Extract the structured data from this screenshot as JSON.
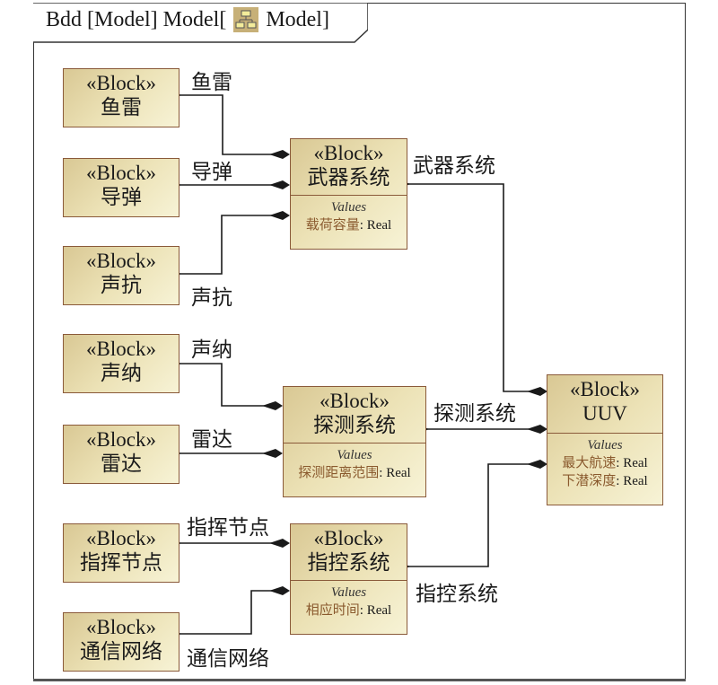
{
  "diagram": {
    "title_prefix": "Bdd [Model] Model[",
    "title_suffix": "Model]",
    "title_icon": "package-diagram-icon",
    "stereotype": "«Block»",
    "values_label": "Values",
    "blocks": {
      "yulei": {
        "name": "鱼雷"
      },
      "daodan": {
        "name": "导弹"
      },
      "shengkang": {
        "name": "声抗"
      },
      "shengna": {
        "name": "声纳"
      },
      "leida": {
        "name": "雷达"
      },
      "zhihuijiedian": {
        "name": "指挥节点"
      },
      "tongxinwangluo": {
        "name": "通信网络"
      },
      "wuqi": {
        "name": "武器系统",
        "properties": [
          {
            "name": "载荷容量",
            "type": ": Real"
          }
        ]
      },
      "tance": {
        "name": "探测系统",
        "properties": [
          {
            "name": "探测距离范围",
            "type": ": Real"
          }
        ]
      },
      "zhikong": {
        "name": "指控系统",
        "properties": [
          {
            "name": "相应时间",
            "type": ": Real"
          }
        ]
      },
      "uuv": {
        "name": "UUV",
        "properties": [
          {
            "name": "最大航速",
            "type": ": Real"
          },
          {
            "name": "下潜深度",
            "type": ": Real"
          }
        ]
      }
    },
    "edges": [
      {
        "from": "武器系统",
        "to": "鱼雷",
        "label": "鱼雷",
        "kind": "composition"
      },
      {
        "from": "武器系统",
        "to": "导弹",
        "label": "导弹",
        "kind": "composition"
      },
      {
        "from": "武器系统",
        "to": "声抗",
        "label": "声抗",
        "kind": "composition"
      },
      {
        "from": "探测系统",
        "to": "声纳",
        "label": "声纳",
        "kind": "composition"
      },
      {
        "from": "探测系统",
        "to": "雷达",
        "label": "雷达",
        "kind": "composition"
      },
      {
        "from": "指控系统",
        "to": "指挥节点",
        "label": "指挥节点",
        "kind": "composition"
      },
      {
        "from": "指控系统",
        "to": "通信网络",
        "label": "通信网络",
        "kind": "composition"
      },
      {
        "from": "UUV",
        "to": "武器系统",
        "label": "武器系统",
        "kind": "composition"
      },
      {
        "from": "UUV",
        "to": "探测系统",
        "label": "探测系统",
        "kind": "composition"
      },
      {
        "from": "UUV",
        "to": "指控系统",
        "label": "指控系统",
        "kind": "composition"
      }
    ]
  }
}
